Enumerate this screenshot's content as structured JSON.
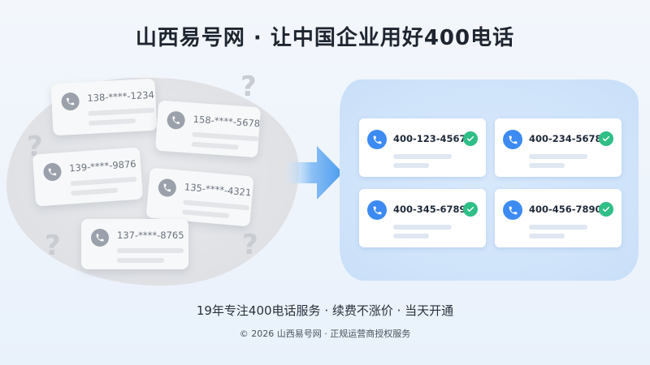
{
  "title": "山西易号网 · 让中国企业用好400电话",
  "before": {
    "numbers": [
      "138-****-1234",
      "158-****-5678",
      "139-****-9876",
      "135-****-4321",
      "137-****-8765"
    ],
    "question_mark": "?"
  },
  "after": {
    "numbers": [
      "400-123-4567",
      "400-234-5678",
      "400-345-6789",
      "400-456-7890"
    ]
  },
  "tagline": "19年专注400电话服务 · 续费不涨价 · 当天开通",
  "footer": "© 2026 山西易号网 · 正规运营商授权服务",
  "colors": {
    "accent_blue": "#3d8bf2",
    "check_green": "#2fbf86",
    "gray_icon": "#9aa1ab"
  },
  "icons": {
    "phone": "phone-icon",
    "check": "check-circle-icon",
    "arrow": "arrow-right-icon",
    "question": "question-mark-icon"
  }
}
